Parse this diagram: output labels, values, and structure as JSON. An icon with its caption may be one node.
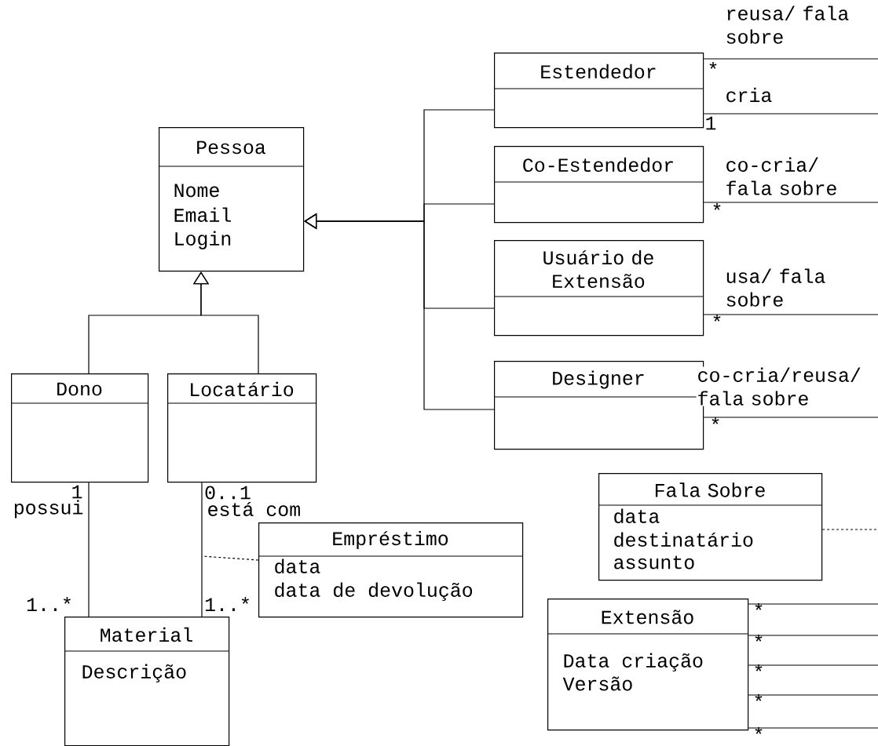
{
  "diagram": {
    "nodes": [
      {
        "text": [
          "Pessoa",
          "Nome",
          "Email",
          "Login"
        ]
      },
      {
        "text": [
          "Estendedor"
        ]
      },
      {
        "text": [
          "Co-Estendedor"
        ]
      },
      {
        "text": [
          "Usuário de Extensão"
        ]
      },
      {
        "text": [
          "Designer"
        ]
      },
      {
        "text": [
          "Dono"
        ]
      },
      {
        "text": [
          "Locatário"
        ]
      },
      {
        "text": [
          "Empréstimo",
          "data",
          "data de devolução"
        ]
      },
      {
        "text": [
          "Material",
          "Descrição"
        ]
      },
      {
        "text": [
          "Fala Sobre",
          "data",
          "destinatário",
          "assunto"
        ]
      },
      {
        "text": [
          "Extensão",
          "Data criação",
          "Versão"
        ]
      }
    ],
    "edges": [
      {
        "from": 1,
        "to": 0,
        "arrow": "to"
      },
      {
        "from": 2,
        "to": 0,
        "arrow": "to"
      },
      {
        "from": 3,
        "to": 0,
        "arrow": "to"
      },
      {
        "from": 4,
        "to": 0,
        "arrow": "to"
      },
      {
        "from": 5,
        "to": 0,
        "arrow": "to"
      },
      {
        "from": 6,
        "to": 0,
        "arrow": "to"
      },
      {
        "from": 5,
        "to": 8,
        "arrow": "none",
        "label": "possui"
      },
      {
        "from": 6,
        "to": 8,
        "arrow": "none",
        "label": "está com"
      },
      {
        "from": 7,
        "to": null,
        "arrow": "none",
        "style": "dashed"
      },
      {
        "from": 1,
        "to": null,
        "arrow": "none",
        "label": "reusa/ fala sobre"
      },
      {
        "from": 1,
        "to": null,
        "arrow": "none",
        "label": "cria"
      },
      {
        "from": 2,
        "to": null,
        "arrow": "none",
        "label": "co-cria/ fala sobre"
      },
      {
        "from": 3,
        "to": null,
        "arrow": "none",
        "label": "usa/ fala sobre"
      },
      {
        "from": 4,
        "to": null,
        "arrow": "none",
        "label": "co-cria/reusa/ fala sobre"
      },
      {
        "from": 9,
        "to": null,
        "arrow": "none",
        "style": "dashed"
      },
      {
        "from": 10,
        "to": null,
        "arrow": "none"
      },
      {
        "from": 10,
        "to": null,
        "arrow": "none"
      },
      {
        "from": 10,
        "to": null,
        "arrow": "none"
      },
      {
        "from": 10,
        "to": null,
        "arrow": "none"
      },
      {
        "from": 10,
        "to": null,
        "arrow": "none"
      }
    ],
    "labels": [
      "*",
      "1",
      "*",
      "*",
      "*",
      "1",
      "0..1",
      "1..*",
      "1..*",
      "*",
      "*",
      "*",
      "*",
      "*"
    ]
  }
}
